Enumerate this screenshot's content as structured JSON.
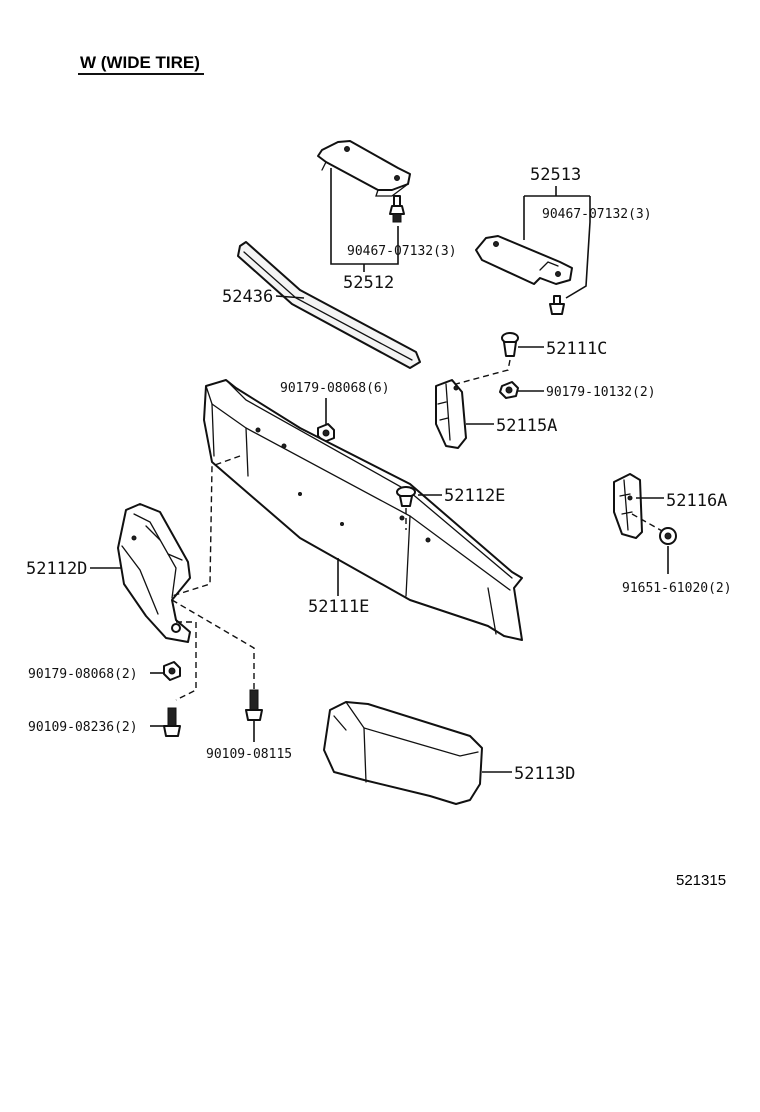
{
  "title": "W (WIDE TIRE)",
  "figure_id": "521315",
  "labels": {
    "p52512": "52512",
    "p52513": "52513",
    "p90467_a": "90467-07132(3)",
    "p90467_b": "90467-07132(3)",
    "p52436": "52436",
    "p52111C": "52111C",
    "p90179_10132": "90179-10132(2)",
    "p90179_08068_6": "90179-08068(6)",
    "p52115A": "52115A",
    "p52112E": "52112E",
    "p52116A": "52116A",
    "p91651": "91651-61020(2)",
    "p52112D": "52112D",
    "p52111E": "52111E",
    "p90179_08068_2": "90179-08068(2)",
    "p90109_08236": "90109-08236(2)",
    "p90109_08115": "90109-08115",
    "p52113D": "52113D"
  }
}
